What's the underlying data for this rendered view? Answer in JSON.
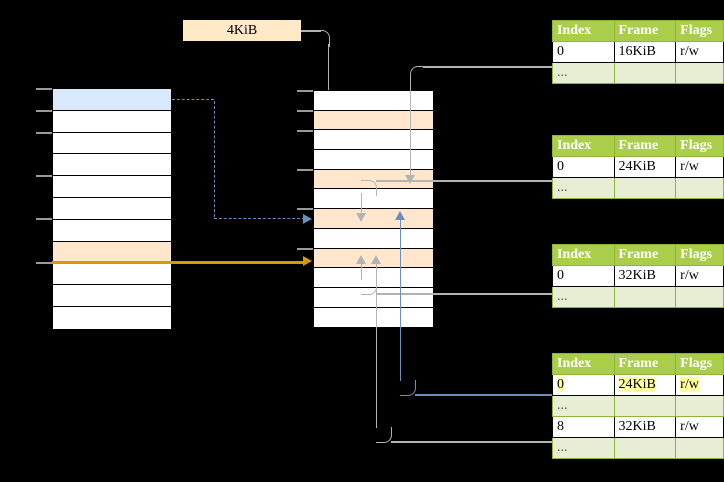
{
  "diagram": {
    "title_label": "4KiB",
    "page_table_headers": [
      "Index",
      "Frame",
      "Flags"
    ],
    "page_tables": [
      {
        "name": "page-table-level-1",
        "rows": [
          {
            "index": "0",
            "frame": "16KiB",
            "flags": "r/w",
            "kind": "data",
            "highlight": false
          },
          {
            "index": "...",
            "frame": "",
            "flags": "",
            "kind": "dots",
            "highlight": false
          }
        ]
      },
      {
        "name": "page-table-level-2",
        "rows": [
          {
            "index": "0",
            "frame": "24KiB",
            "flags": "r/w",
            "kind": "data",
            "highlight": false
          },
          {
            "index": "...",
            "frame": "",
            "flags": "",
            "kind": "dots",
            "highlight": false
          }
        ]
      },
      {
        "name": "page-table-level-3",
        "rows": [
          {
            "index": "0",
            "frame": "32KiB",
            "flags": "r/w",
            "kind": "data",
            "highlight": false
          },
          {
            "index": "...",
            "frame": "",
            "flags": "",
            "kind": "dots",
            "highlight": false
          }
        ]
      },
      {
        "name": "page-table-level-4",
        "rows": [
          {
            "index": "0",
            "frame": "24KiB",
            "flags": "r/w",
            "kind": "data",
            "highlight": true
          },
          {
            "index": "...",
            "frame": "",
            "flags": "",
            "kind": "dots",
            "highlight": false
          },
          {
            "index": "8",
            "frame": "32KiB",
            "flags": "r/w",
            "kind": "data",
            "highlight": false
          },
          {
            "index": "...",
            "frame": "",
            "flags": "",
            "kind": "dots",
            "highlight": false
          }
        ]
      }
    ],
    "left_column": {
      "name": "virtual-memory-column",
      "row_count": 11,
      "rows": [
        {
          "fill": "blue"
        },
        {
          "fill": "white"
        },
        {
          "fill": "white"
        },
        {
          "fill": "white"
        },
        {
          "fill": "white"
        },
        {
          "fill": "white"
        },
        {
          "fill": "white"
        },
        {
          "fill": "peach"
        },
        {
          "fill": "white"
        },
        {
          "fill": "white"
        },
        {
          "fill": "white"
        }
      ]
    },
    "middle_column": {
      "name": "physical-memory-column",
      "row_count": 12,
      "rows": [
        {
          "fill": "white"
        },
        {
          "fill": "peach"
        },
        {
          "fill": "white"
        },
        {
          "fill": "white"
        },
        {
          "fill": "peach"
        },
        {
          "fill": "white"
        },
        {
          "fill": "peach"
        },
        {
          "fill": "white"
        },
        {
          "fill": "peach"
        },
        {
          "fill": "white"
        },
        {
          "fill": "white"
        },
        {
          "fill": "white"
        }
      ]
    },
    "colors": {
      "background": "#000000",
      "highlight_yellow": "#ffffa0",
      "header_green": "#aace4a",
      "dots_green": "#e7eed4",
      "blue_fill": "#dae8fc",
      "blue_stroke": "#6c8ebf",
      "peach_fill": "#ffe6cc",
      "orange_stroke": "#d79b00",
      "label_fill": "#ffe9c6",
      "connector_gray": "#b3b3b3"
    }
  }
}
